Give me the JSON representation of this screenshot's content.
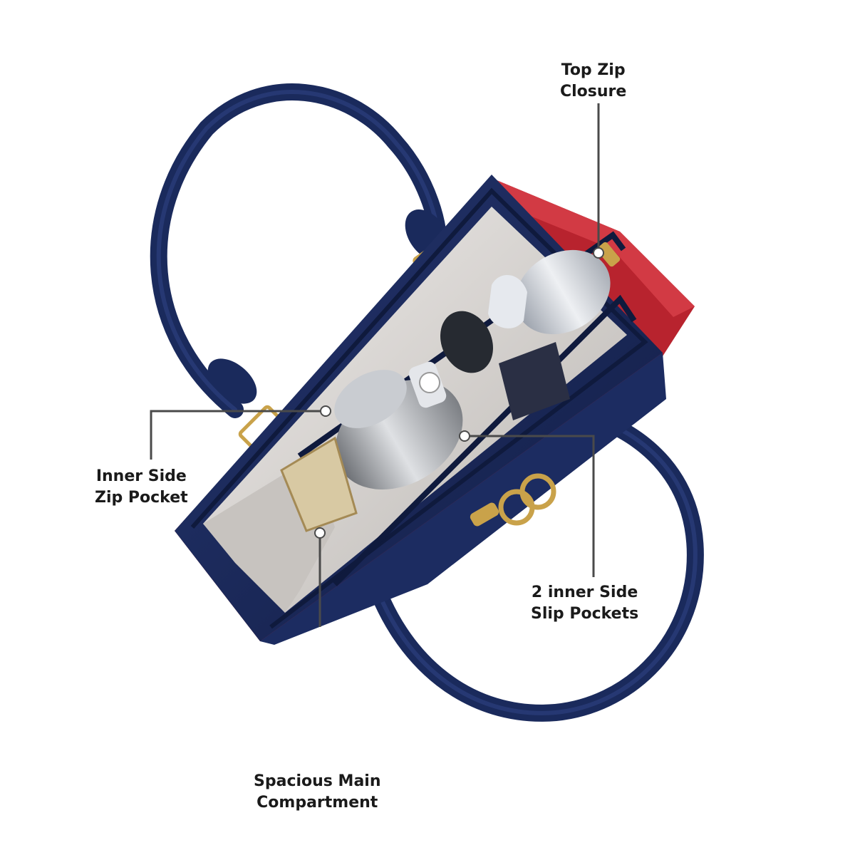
{
  "callouts": {
    "top_zip": {
      "line1": "Top Zip",
      "line2": "Closure"
    },
    "inner_zip": {
      "line1": "Inner Side",
      "line2": "Zip Pocket"
    },
    "slip_pockets": {
      "line1": "2 inner Side",
      "line2": "Slip Pockets"
    },
    "main_compartment": {
      "line1": "Spacious Main",
      "line2": "Compartment"
    }
  },
  "colors": {
    "bag_navy": "#1a2a5c",
    "bag_red": "#b8232e",
    "lining": "#d9d6d2",
    "hardware_gold": "#c9a24a",
    "leader_line": "#4a4a4a"
  }
}
